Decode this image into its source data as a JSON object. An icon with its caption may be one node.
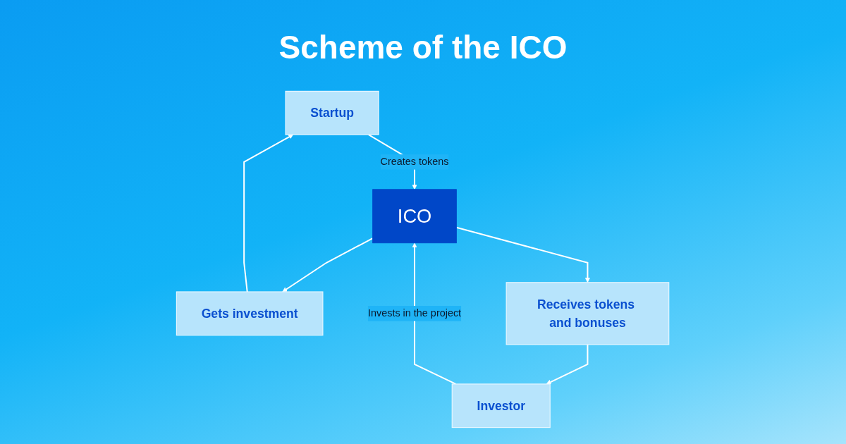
{
  "diagram": {
    "title": "Scheme of the ICO",
    "nodes": [
      {
        "text": [
          "Startup"
        ]
      },
      {
        "text": [
          "Investor"
        ]
      },
      {
        "text": [
          "ICO"
        ]
      },
      {
        "text": [
          "Gets investment"
        ]
      },
      {
        "text": [
          "Receives tokens and bonuses"
        ]
      }
    ],
    "edges": [
      {
        "from": 0,
        "to": 2,
        "arrow": "to",
        "label": "Creates tokens"
      },
      {
        "from": 1,
        "to": 2,
        "arrow": "to",
        "label": "Invests in the project"
      },
      {
        "from": 2,
        "to": 3,
        "arrow": "to"
      },
      {
        "from": 2,
        "to": 4,
        "arrow": "to"
      },
      {
        "from": 3,
        "to": 0,
        "arrow": "to"
      },
      {
        "from": 4,
        "to": 1,
        "arrow": "to"
      }
    ]
  }
}
